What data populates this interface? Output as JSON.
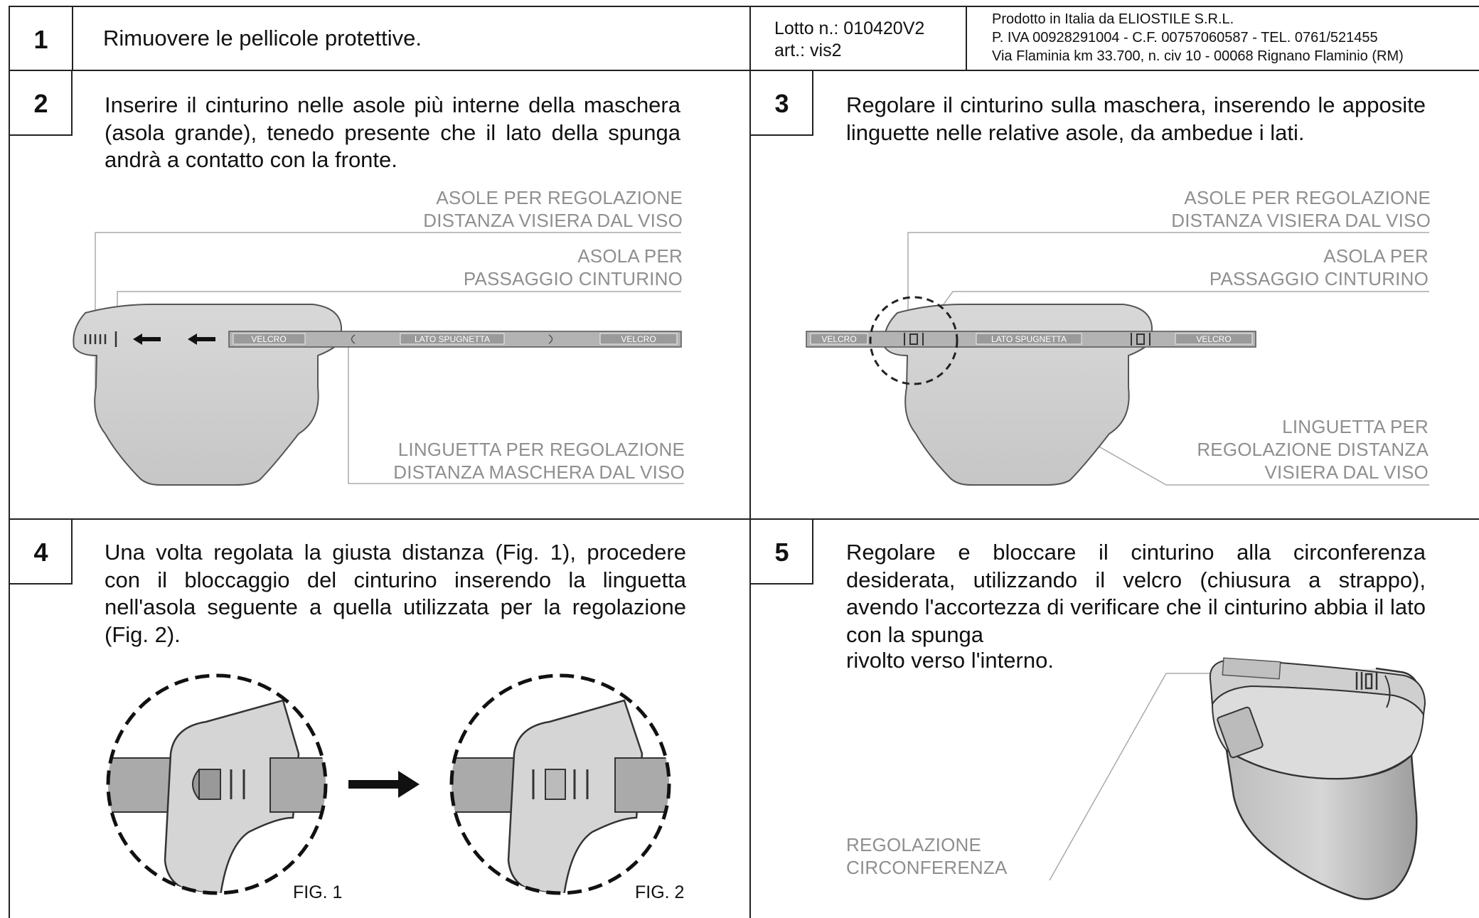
{
  "header": {
    "step1_number": "1",
    "step1_text": "Rimuovere le pellicole protettive.",
    "lotto": "Lotto n.: 010420V2",
    "art": "art.: vis2",
    "producer_line1": "Prodotto in Italia da ELIOSTILE S.R.L.",
    "producer_line2": "P. IVA 00928291004 - C.F. 00757060587 - TEL. 0761/521455",
    "producer_line3": "Via Flaminia km 33.700, n. civ 10 - 00068 Rignano Flaminio (RM)"
  },
  "step2": {
    "number": "2",
    "text": "Inserire il cinturino nelle asole più interne della maschera (asola grande), tenedo presente che il lato della spunga andrà a contatto con la fronte.",
    "callout_asole_1": "ASOLE PER REGOLAZIONE",
    "callout_asole_2": "DISTANZA VISIERA DAL VISO",
    "callout_asola_1": "ASOLA PER",
    "callout_asola_2": "PASSAGGIO CINTURINO",
    "callout_linguetta_1": "LINGUETTA PER REGOLAZIONE",
    "callout_linguetta_2": "DISTANZA MASCHERA DAL VISO",
    "strap_velcro_left": "VELCRO",
    "strap_center": "LATO SPUGNETTA",
    "strap_velcro_right": "VELCRO"
  },
  "step3": {
    "number": "3",
    "text": "Regolare il cinturino sulla maschera, inserendo le apposite linguette nelle relative asole, da ambedue i lati.",
    "callout_asole_1": "ASOLE PER REGOLAZIONE",
    "callout_asole_2": "DISTANZA VISIERA DAL VISO",
    "callout_asola_1": "ASOLA PER",
    "callout_asola_2": "PASSAGGIO CINTURINO",
    "callout_linguetta_1": "LINGUETTA PER",
    "callout_linguetta_2": "REGOLAZIONE DISTANZA",
    "callout_linguetta_3": "VISIERA DAL VISO",
    "strap_velcro_left": "VELCRO",
    "strap_center": "LATO SPUGNETTA",
    "strap_velcro_right": "VELCRO"
  },
  "step4": {
    "number": "4",
    "text": "Una volta regolata la giusta distanza (Fig. 1), procedere con il bloccaggio del cinturino inserendo la linguetta nell'asola seguente a quella utilizzata per la regolazione (Fig. 2).",
    "fig1": "FIG. 1",
    "fig2": "FIG. 2"
  },
  "step5": {
    "number": "5",
    "text_line_a": "Regolare e bloccare il cinturino alla circonferenza desiderata, utilizzando il velcro (chiusura a strappo), avendo l'accortezza di verificare che il cinturino abbia il lato con la spunga",
    "text_line_b": "rivolto verso l'interno.",
    "callout_1": "REGOLAZIONE",
    "callout_2": "CIRCONFERENZA"
  }
}
